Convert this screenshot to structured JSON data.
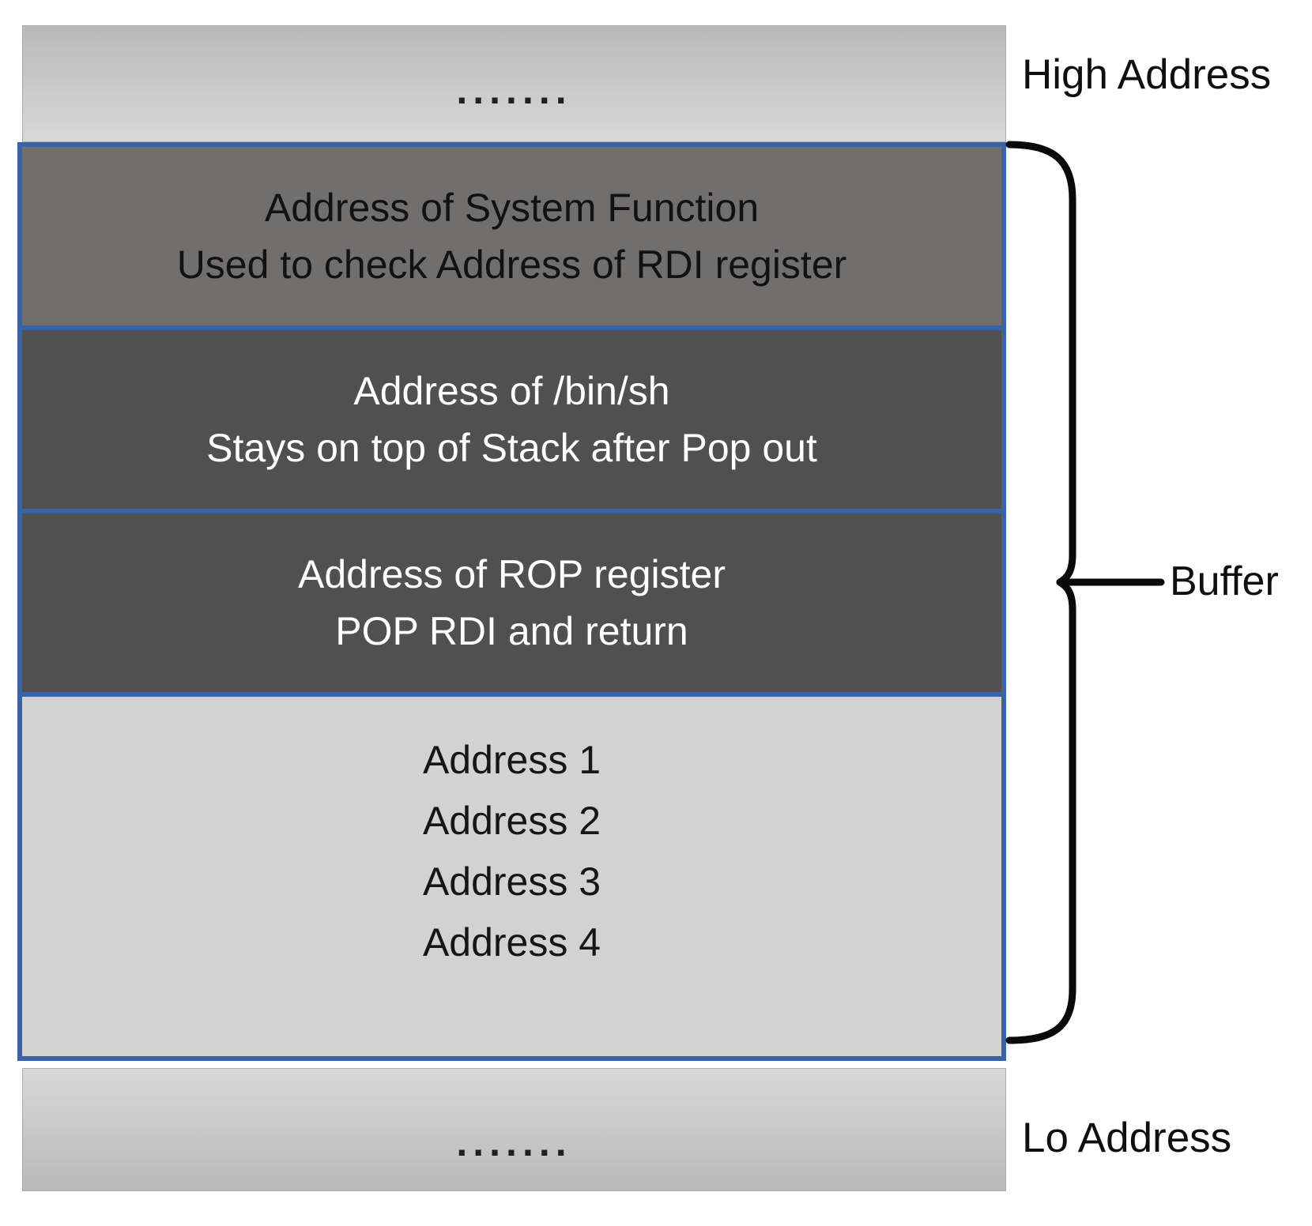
{
  "labels": {
    "high_address": "High Address",
    "lo_address": "Lo Address",
    "buffer": "Buffer"
  },
  "memory": {
    "top_ellipsis": ".......",
    "bottom_ellipsis": ".......",
    "sections": [
      {
        "lines": [
          "Address of System Function",
          "Used to check Address of RDI register"
        ],
        "bg": "#716e6e",
        "text_color": "#121212"
      },
      {
        "lines": [
          "Address of /bin/sh",
          "Stays on top of Stack after Pop out"
        ],
        "bg": "#515050",
        "text_color": "#ffffff"
      },
      {
        "lines": [
          "Address of ROP register",
          "POP RDI and return"
        ],
        "bg": "#515050",
        "text_color": "#ffffff"
      },
      {
        "lines": [
          "Address 1",
          "Address 2",
          "Address 3",
          "Address 4"
        ],
        "bg": "#d2d2d2",
        "text_color": "#161616"
      }
    ]
  },
  "colors": {
    "accent_blue": "#3a62a6",
    "brace_black": "#0a0a0a"
  }
}
